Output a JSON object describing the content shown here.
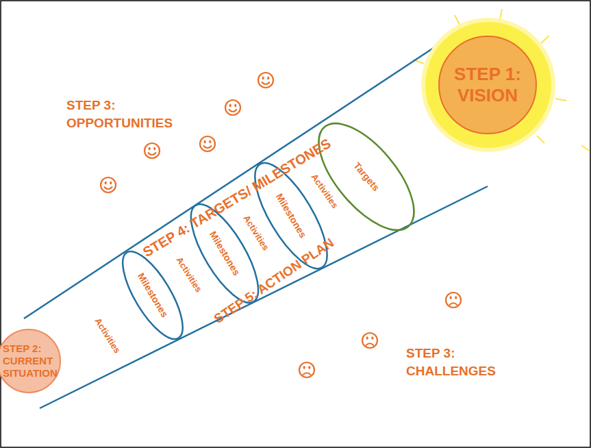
{
  "diagram": {
    "nodes": [
      {
        "text": [
          "STEP 1: VISION"
        ]
      },
      {
        "text": [
          "STEP 2: CURRENT SITUATION"
        ]
      },
      {
        "text": [
          "Milestones"
        ]
      },
      {
        "text": [
          "Milestones"
        ]
      },
      {
        "text": [
          "Milestones"
        ]
      },
      {
        "text": [
          "Targets"
        ]
      }
    ],
    "labels": [
      "STEP 3: OPPORTUNITIES",
      "STEP 4: TARGETS/ MILESTONES",
      "STEP 5: ACTION PLAN",
      "STEP 3: CHALLENGES",
      "Activities",
      "Activities",
      "Activities",
      "Activities"
    ]
  }
}
